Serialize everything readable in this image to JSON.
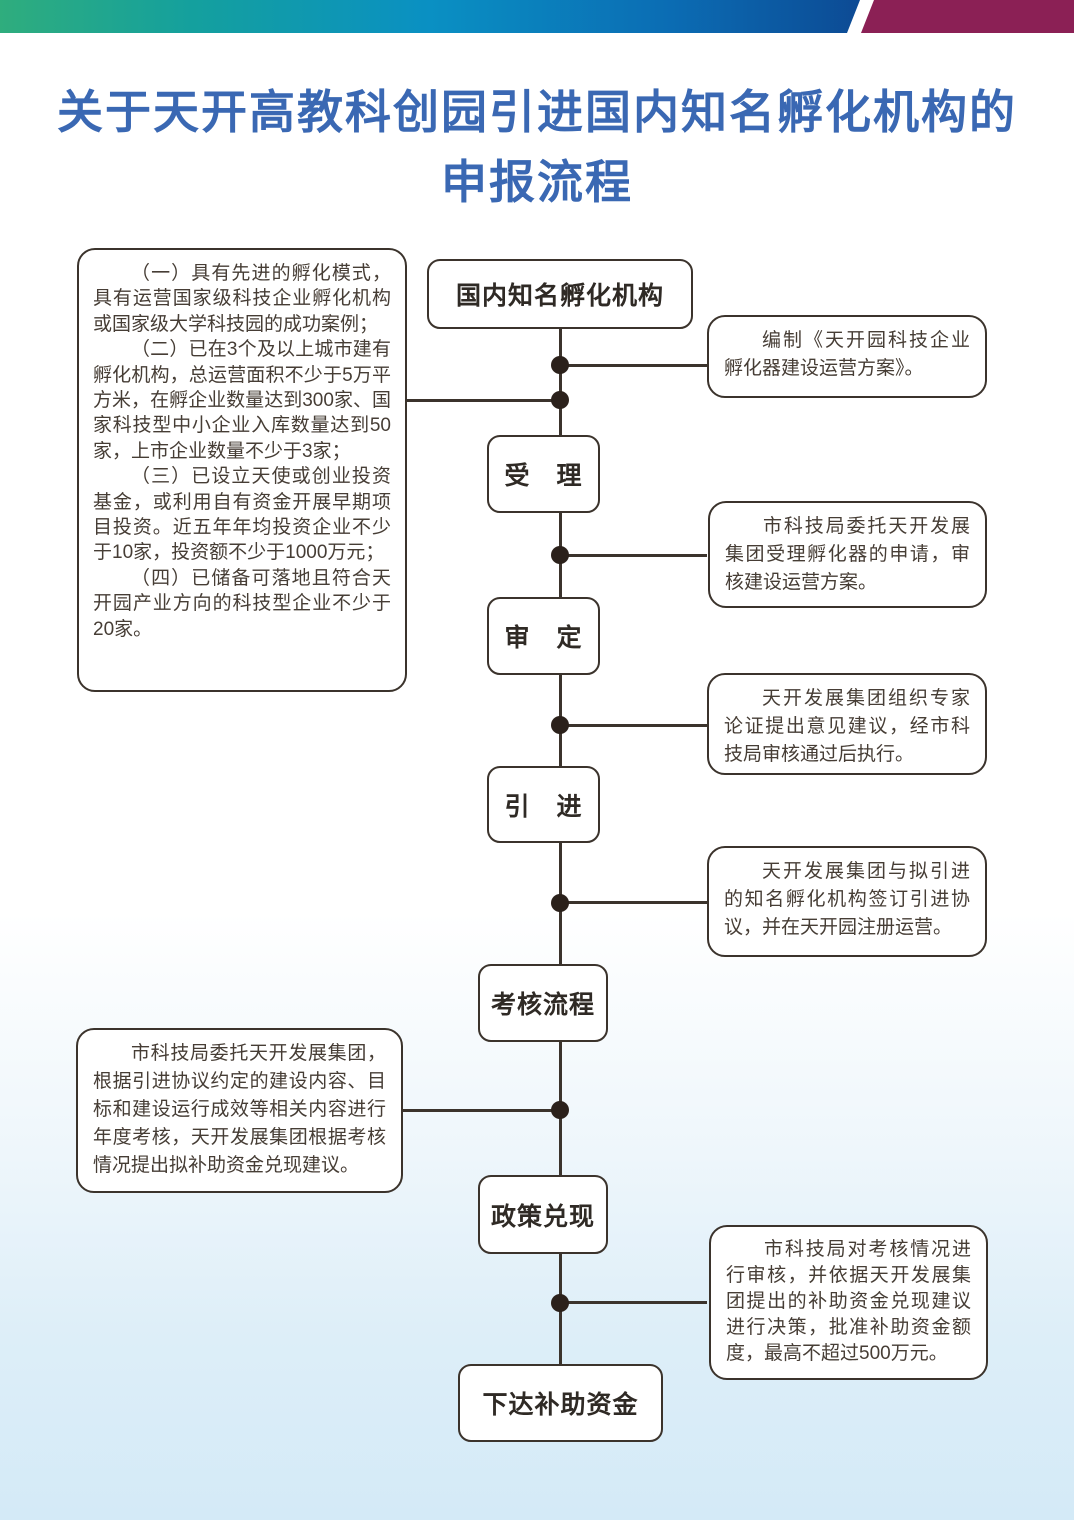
{
  "header": {
    "title_line1": "关于天开高教科创园引进国内知名孵化机构的",
    "title_line2": "申报流程"
  },
  "colors": {
    "title": "#3a68b3",
    "line": "#3b332c",
    "dot": "#2b211b",
    "bar_green": "#2fad7d",
    "bar_teal": "#14a09e",
    "bar_blue": "#0a90c3",
    "bar_navy": "#113a7e",
    "bar_purple": "#8b2055",
    "page_bottom": "#d4eaf7"
  },
  "flow": {
    "nodes": [
      {
        "id": "incubator",
        "label": "国内知名孵化机构"
      },
      {
        "id": "acceptance",
        "label": "受　理"
      },
      {
        "id": "review",
        "label": "审　定"
      },
      {
        "id": "introduction",
        "label": "引　进"
      },
      {
        "id": "assessment",
        "label": "考核流程"
      },
      {
        "id": "policy",
        "label": "政策兑现"
      },
      {
        "id": "funding",
        "label": "下达补助资金"
      }
    ],
    "left_notes": [
      {
        "id": "criteria",
        "paragraphs": [
          "（一）具有先进的孵化模式，具有运营国家级科技企业孵化机构或国家级大学科技园的成功案例；",
          "（二）已在3个及以上城市建有孵化机构，总运营面积不少于5万平方米，在孵企业数量达到300家、国家科技型中小企业入库数量达到50家，上市企业数量不少于3家；",
          "（三）已设立天使或创业投资基金，或利用自有资金开展早期项目投资。近五年年均投资企业不少于10家，投资额不少于1000万元；",
          "（四）已储备可落地且符合天开园产业方向的科技型企业不少于20家。"
        ]
      },
      {
        "id": "assessment-detail",
        "paragraphs": [
          "市科技局委托天开发展集团，根据引进协议约定的建设内容、目标和建设运行成效等相关内容进行年度考核，天开发展集团根据考核情况提出拟补助资金兑现建议。"
        ]
      }
    ],
    "right_notes": [
      {
        "id": "plan",
        "text": "编制《天开园科技企业孵化器建设运营方案》。"
      },
      {
        "id": "acceptance-detail",
        "text": "市科技局委托天开发展集团受理孵化器的申请，审核建设运营方案。"
      },
      {
        "id": "review-detail",
        "text": "天开发展集团组织专家论证提出意见建议，经市科技局审核通过后执行。"
      },
      {
        "id": "introduction-detail",
        "text": "天开发展集团与拟引进的知名孵化机构签订引进协议，并在天开园注册运营。"
      },
      {
        "id": "policy-detail",
        "text": "市科技局对考核情况进行审核，并依据天开发展集团提出的补助资金兑现建议进行决策，批准补助资金额度，最高不超过500万元。"
      }
    ]
  }
}
